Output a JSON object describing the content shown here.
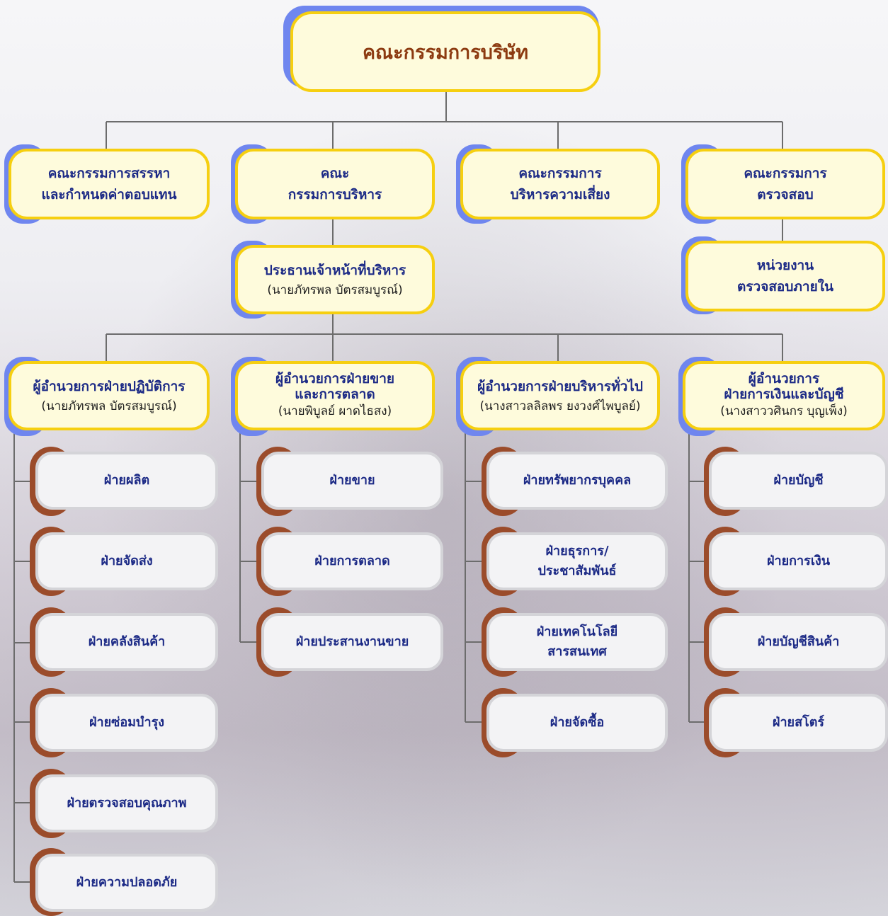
{
  "board": "คณะกรรมการบริษัท",
  "committees": [
    {
      "line1": "คณะกรรมการสรรหา",
      "line2": "และกำหนดค่าตอบแทน"
    },
    {
      "line1": "คณะ",
      "line2": "กรรมการบริหาร"
    },
    {
      "line1": "คณะกรรมการ",
      "line2": "บริหารความเสี่ยง"
    },
    {
      "line1": "คณะกรรมการ",
      "line2": "ตรวจสอบ"
    }
  ],
  "internal_audit": {
    "line1": "หน่วยงาน",
    "line2": "ตรวจสอบภายใน"
  },
  "ceo": {
    "title": "ประธานเจ้าหน้าที่บริหาร",
    "name": "(นายภัทรพล บัตรสมบูรณ์)"
  },
  "directors": [
    {
      "line1": "ผู้อำนวยการฝ่ายปฏิบัติการ",
      "line2": "",
      "name": "(นายภัทรพล บัตรสมบูรณ์)"
    },
    {
      "line1": "ผู้อำนวยการฝ่ายขาย",
      "line2": "และการตลาด",
      "name": "(นายพิบูลย์ ผาดไธสง)"
    },
    {
      "line1": "ผู้อำนวยการฝ่ายบริหารทั่วไป",
      "line2": "",
      "name": "(นางสาวลลิลพร ยงวงศ์ไพบูลย์)"
    },
    {
      "line1": "ผู้อำนวยการ",
      "line2": "ฝ่ายการเงินและบัญชี",
      "name": "(นางสาววศินกร บุญเพ็ง)"
    }
  ],
  "departments": {
    "operations": [
      {
        "line1": "ฝ่ายผลิต",
        "line2": ""
      },
      {
        "line1": "ฝ่ายจัดส่ง",
        "line2": ""
      },
      {
        "line1": "ฝ่ายคลังสินค้า",
        "line2": ""
      },
      {
        "line1": "ฝ่ายซ่อมบำรุง",
        "line2": ""
      },
      {
        "line1": "ฝ่ายตรวจสอบคุณภาพ",
        "line2": ""
      },
      {
        "line1": "ฝ่ายความปลอดภัย",
        "line2": ""
      }
    ],
    "sales": [
      {
        "line1": "ฝ่ายขาย",
        "line2": ""
      },
      {
        "line1": "ฝ่ายการตลาด",
        "line2": ""
      },
      {
        "line1": "ฝ่ายประสานงานขาย",
        "line2": ""
      }
    ],
    "admin": [
      {
        "line1": "ฝ่ายทรัพยากรบุคคล",
        "line2": ""
      },
      {
        "line1": "ฝ่ายธุรการ/",
        "line2": "ประชาสัมพันธ์"
      },
      {
        "line1": "ฝ่ายเทคโนโลยี",
        "line2": "สารสนเทศ"
      },
      {
        "line1": "ฝ่ายจัดซื้อ",
        "line2": ""
      }
    ],
    "finance": [
      {
        "line1": "ฝ่ายบัญชี",
        "line2": ""
      },
      {
        "line1": "ฝ่ายการเงิน",
        "line2": ""
      },
      {
        "line1": "ฝ่ายบัญชีสินค้า",
        "line2": ""
      },
      {
        "line1": "ฝ่ายสโตร์",
        "line2": ""
      }
    ]
  }
}
